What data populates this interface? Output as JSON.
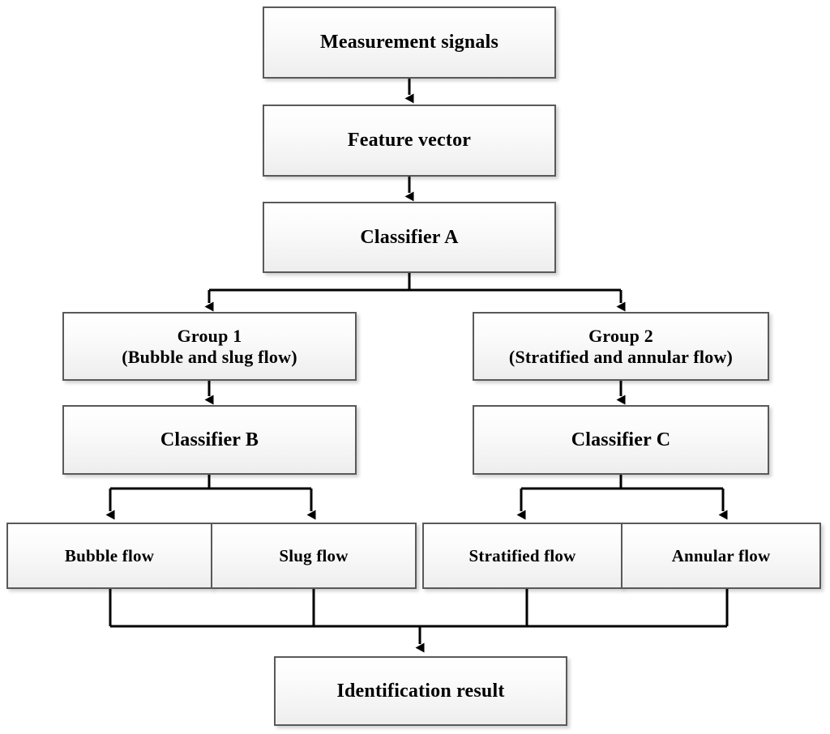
{
  "diagram": {
    "title": "Two-stage flow regime identification flowchart",
    "background_color": "#ffffff",
    "box_border_color": "#58595b",
    "box_fill_color": "#f2f2f2",
    "connector_color": "#000000",
    "nodes": {
      "measurement_signals": "Measurement signals",
      "feature_vector": "Feature vector",
      "classifier_a": "Classifier A",
      "group1": "Group 1\n(Bubble and slug flow)",
      "group2": "Group 2\n(Stratified and annular flow)",
      "classifier_b": "Classifier B",
      "classifier_c": "Classifier C",
      "bubble_flow": "Bubble flow",
      "slug_flow": "Slug flow",
      "stratified_flow": "Stratified flow",
      "annular_flow": "Annular flow",
      "identification_result": "Identification result"
    },
    "edges": [
      {
        "from": "measurement_signals",
        "to": "feature_vector",
        "type": "arrow-down"
      },
      {
        "from": "feature_vector",
        "to": "classifier_a",
        "type": "arrow-down"
      },
      {
        "from": "classifier_a",
        "to": "group1",
        "type": "split-arrow"
      },
      {
        "from": "classifier_a",
        "to": "group2",
        "type": "split-arrow"
      },
      {
        "from": "group1",
        "to": "classifier_b",
        "type": "arrow-down"
      },
      {
        "from": "group2",
        "to": "classifier_c",
        "type": "arrow-down"
      },
      {
        "from": "classifier_b",
        "to": "bubble_flow",
        "type": "split-arrow"
      },
      {
        "from": "classifier_b",
        "to": "slug_flow",
        "type": "split-arrow"
      },
      {
        "from": "classifier_c",
        "to": "stratified_flow",
        "type": "split-arrow"
      },
      {
        "from": "classifier_c",
        "to": "annular_flow",
        "type": "split-arrow"
      },
      {
        "from": "bubble_flow",
        "to": "identification_result",
        "type": "merge-arrow"
      },
      {
        "from": "slug_flow",
        "to": "identification_result",
        "type": "merge-arrow"
      },
      {
        "from": "stratified_flow",
        "to": "identification_result",
        "type": "merge-arrow"
      },
      {
        "from": "annular_flow",
        "to": "identification_result",
        "type": "merge-arrow"
      }
    ]
  }
}
